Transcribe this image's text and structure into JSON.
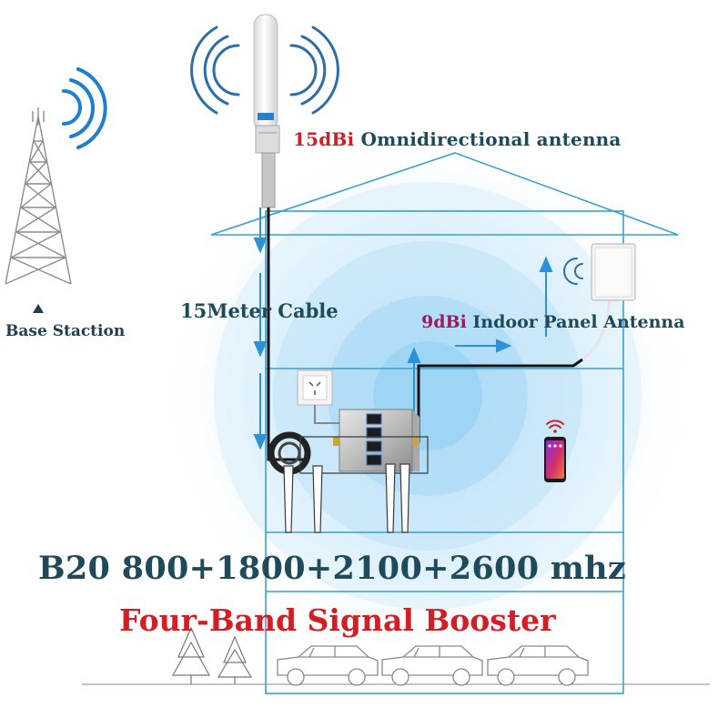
{
  "labels": {
    "outdoor_gain": "15dBi",
    "outdoor_antenna": "Omnidirectional antenna",
    "base_station": "Base Staction",
    "cable": "15Meter Cable",
    "indoor_gain": "9dBi",
    "indoor_antenna": "Indoor Panel Antenna",
    "bands": "B20 800+1800+2100+2600 mhz",
    "product": "Four-Band Signal Booster"
  },
  "colors": {
    "wave_blue": "#1e7fd0",
    "arrow_blue": "#2a92d8",
    "house_line": "#3aa0d0",
    "signal_glow": "#7cc6f0",
    "cable_black": "#111111",
    "title_dark": "#1f4a5a",
    "title_red": "#d21e24",
    "gain_plum": "#9a1c5c"
  },
  "icons": {
    "tower": "cell-tower-icon",
    "outdoor": "omni-antenna-icon",
    "panel": "panel-antenna-icon",
    "booster": "signal-booster-icon",
    "socket": "power-socket-icon",
    "phone": "smartphone-icon",
    "wifi": "wifi-icon",
    "car": "car-icon",
    "tree": "tree-icon"
  }
}
